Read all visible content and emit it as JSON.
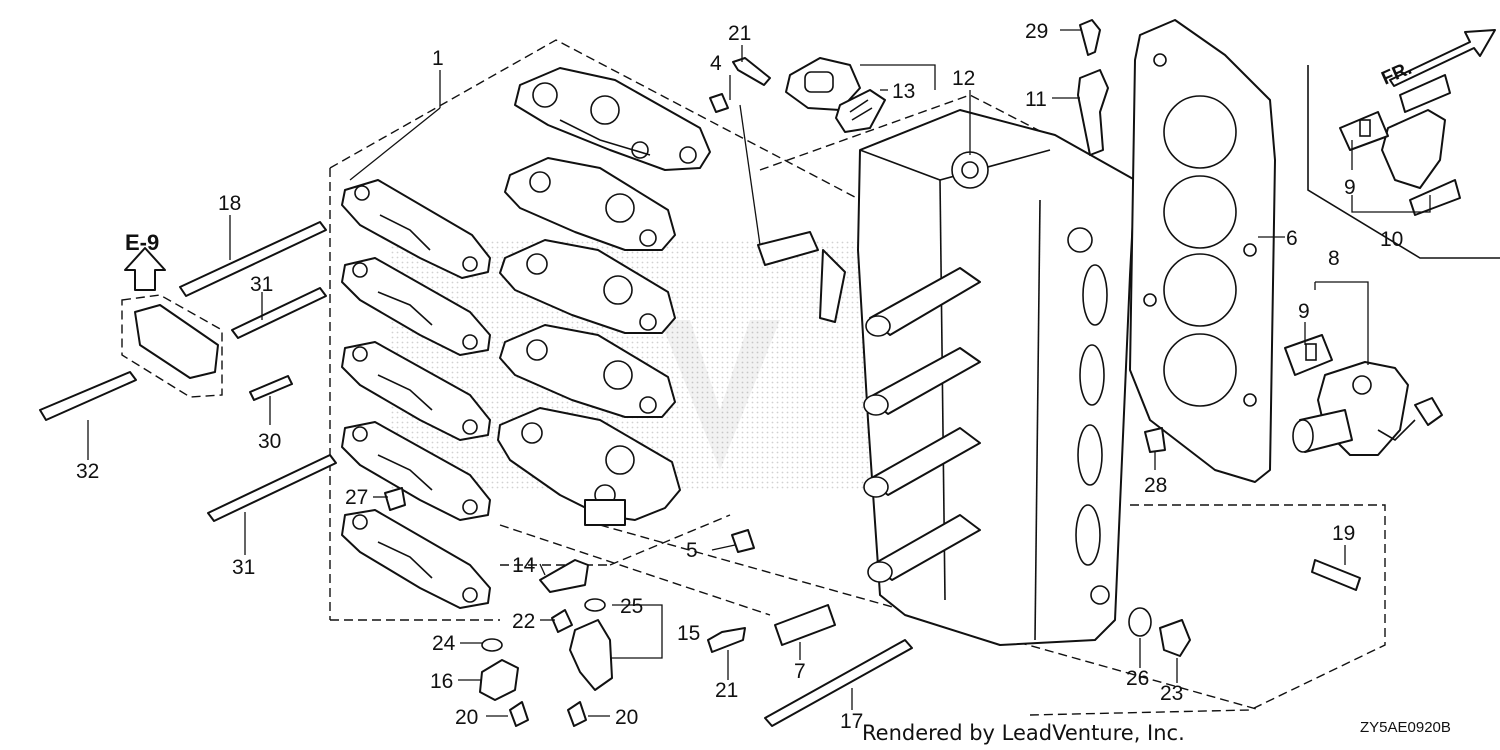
{
  "diagram": {
    "direction_label": "FR.",
    "reference_label": "E-9",
    "credit": "Rendered by LeadVenture, Inc.",
    "diagram_code": "ZY5AE0920B",
    "callouts": {
      "c1": "1",
      "c4": "4",
      "c5": "5",
      "c6": "6",
      "c7": "7",
      "c8": "8",
      "c9a": "9",
      "c9b": "9",
      "c10": "10",
      "c11": "11",
      "c12": "12",
      "c13": "13",
      "c14": "14",
      "c15": "15",
      "c16": "16",
      "c17": "17",
      "c18": "18",
      "c19": "19",
      "c20a": "20",
      "c20b": "20",
      "c21a": "21",
      "c21b": "21",
      "c22": "22",
      "c23": "23",
      "c24": "24",
      "c25": "25",
      "c26": "26",
      "c27": "27",
      "c28": "28",
      "c29": "29",
      "c30": "30",
      "c31a": "31",
      "c31b": "31",
      "c32": "32"
    }
  }
}
